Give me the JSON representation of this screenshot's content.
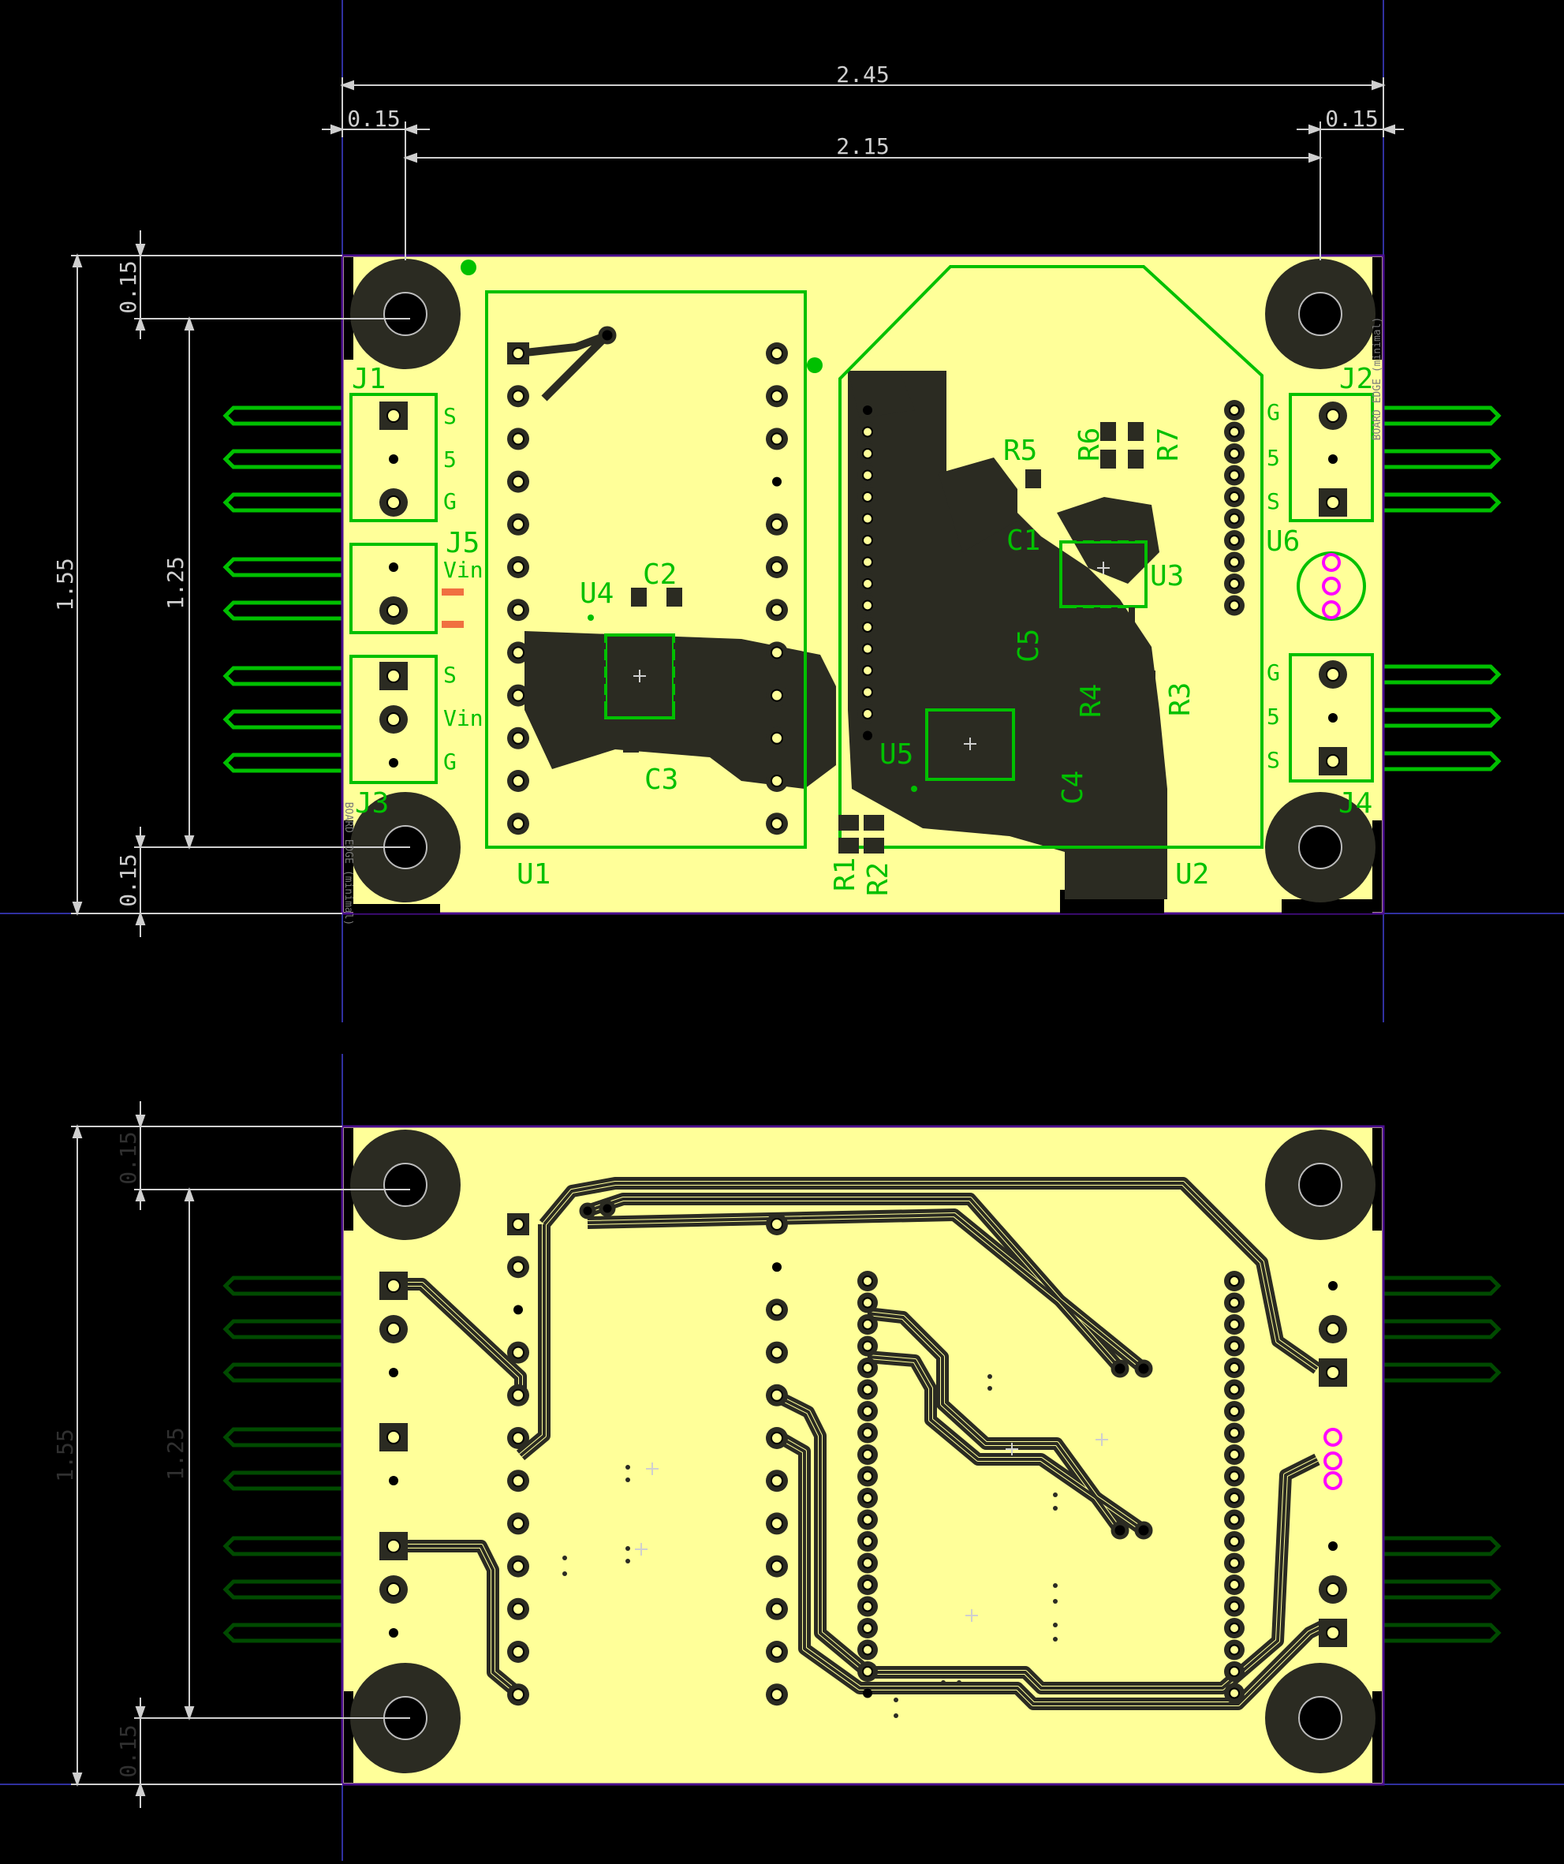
{
  "colors": {
    "background": "#000000",
    "board": "#ffff99",
    "copper_dark": "#2b2b22",
    "silk": "#00c000",
    "dim": "#cfcfcf",
    "outline": "#4b0e8f",
    "guide": "#3030a0",
    "smd_orange": "#f07040",
    "via_magenta": "#ff00ff",
    "pin_bottom": "#004a00"
  },
  "dimensions": {
    "overall_width": "2.45",
    "left_margin": "0.15",
    "right_margin": "0.15",
    "hole_span_x": "2.15",
    "overall_height": "1.55",
    "hole_span_y": "1.25",
    "top_margin": "0.15",
    "bottom_margin": "0.15"
  },
  "board_edge_text": "BOARD EDGE (minimal)",
  "components": {
    "J1": "J1",
    "J2": "J2",
    "J3": "J3",
    "J4": "J4",
    "J5": "J5",
    "U1": "U1",
    "U2": "U2",
    "U3": "U3",
    "U4": "U4",
    "U5": "U5",
    "U6": "U6",
    "C1": "C1",
    "C2": "C2",
    "C3": "C3",
    "C4": "C4",
    "C5": "C5",
    "R1": "R1",
    "R2": "R2",
    "R3": "R3",
    "R4": "R4",
    "R5": "R5",
    "R6": "R6",
    "R7": "R7"
  },
  "pin_labels": {
    "j1": [
      "S",
      "5",
      "G"
    ],
    "j5": [
      "Vin"
    ],
    "j3": [
      "S",
      "Vin",
      "G"
    ],
    "j2": [
      "G",
      "5",
      "S"
    ],
    "j4": [
      "G",
      "5",
      "S"
    ]
  }
}
